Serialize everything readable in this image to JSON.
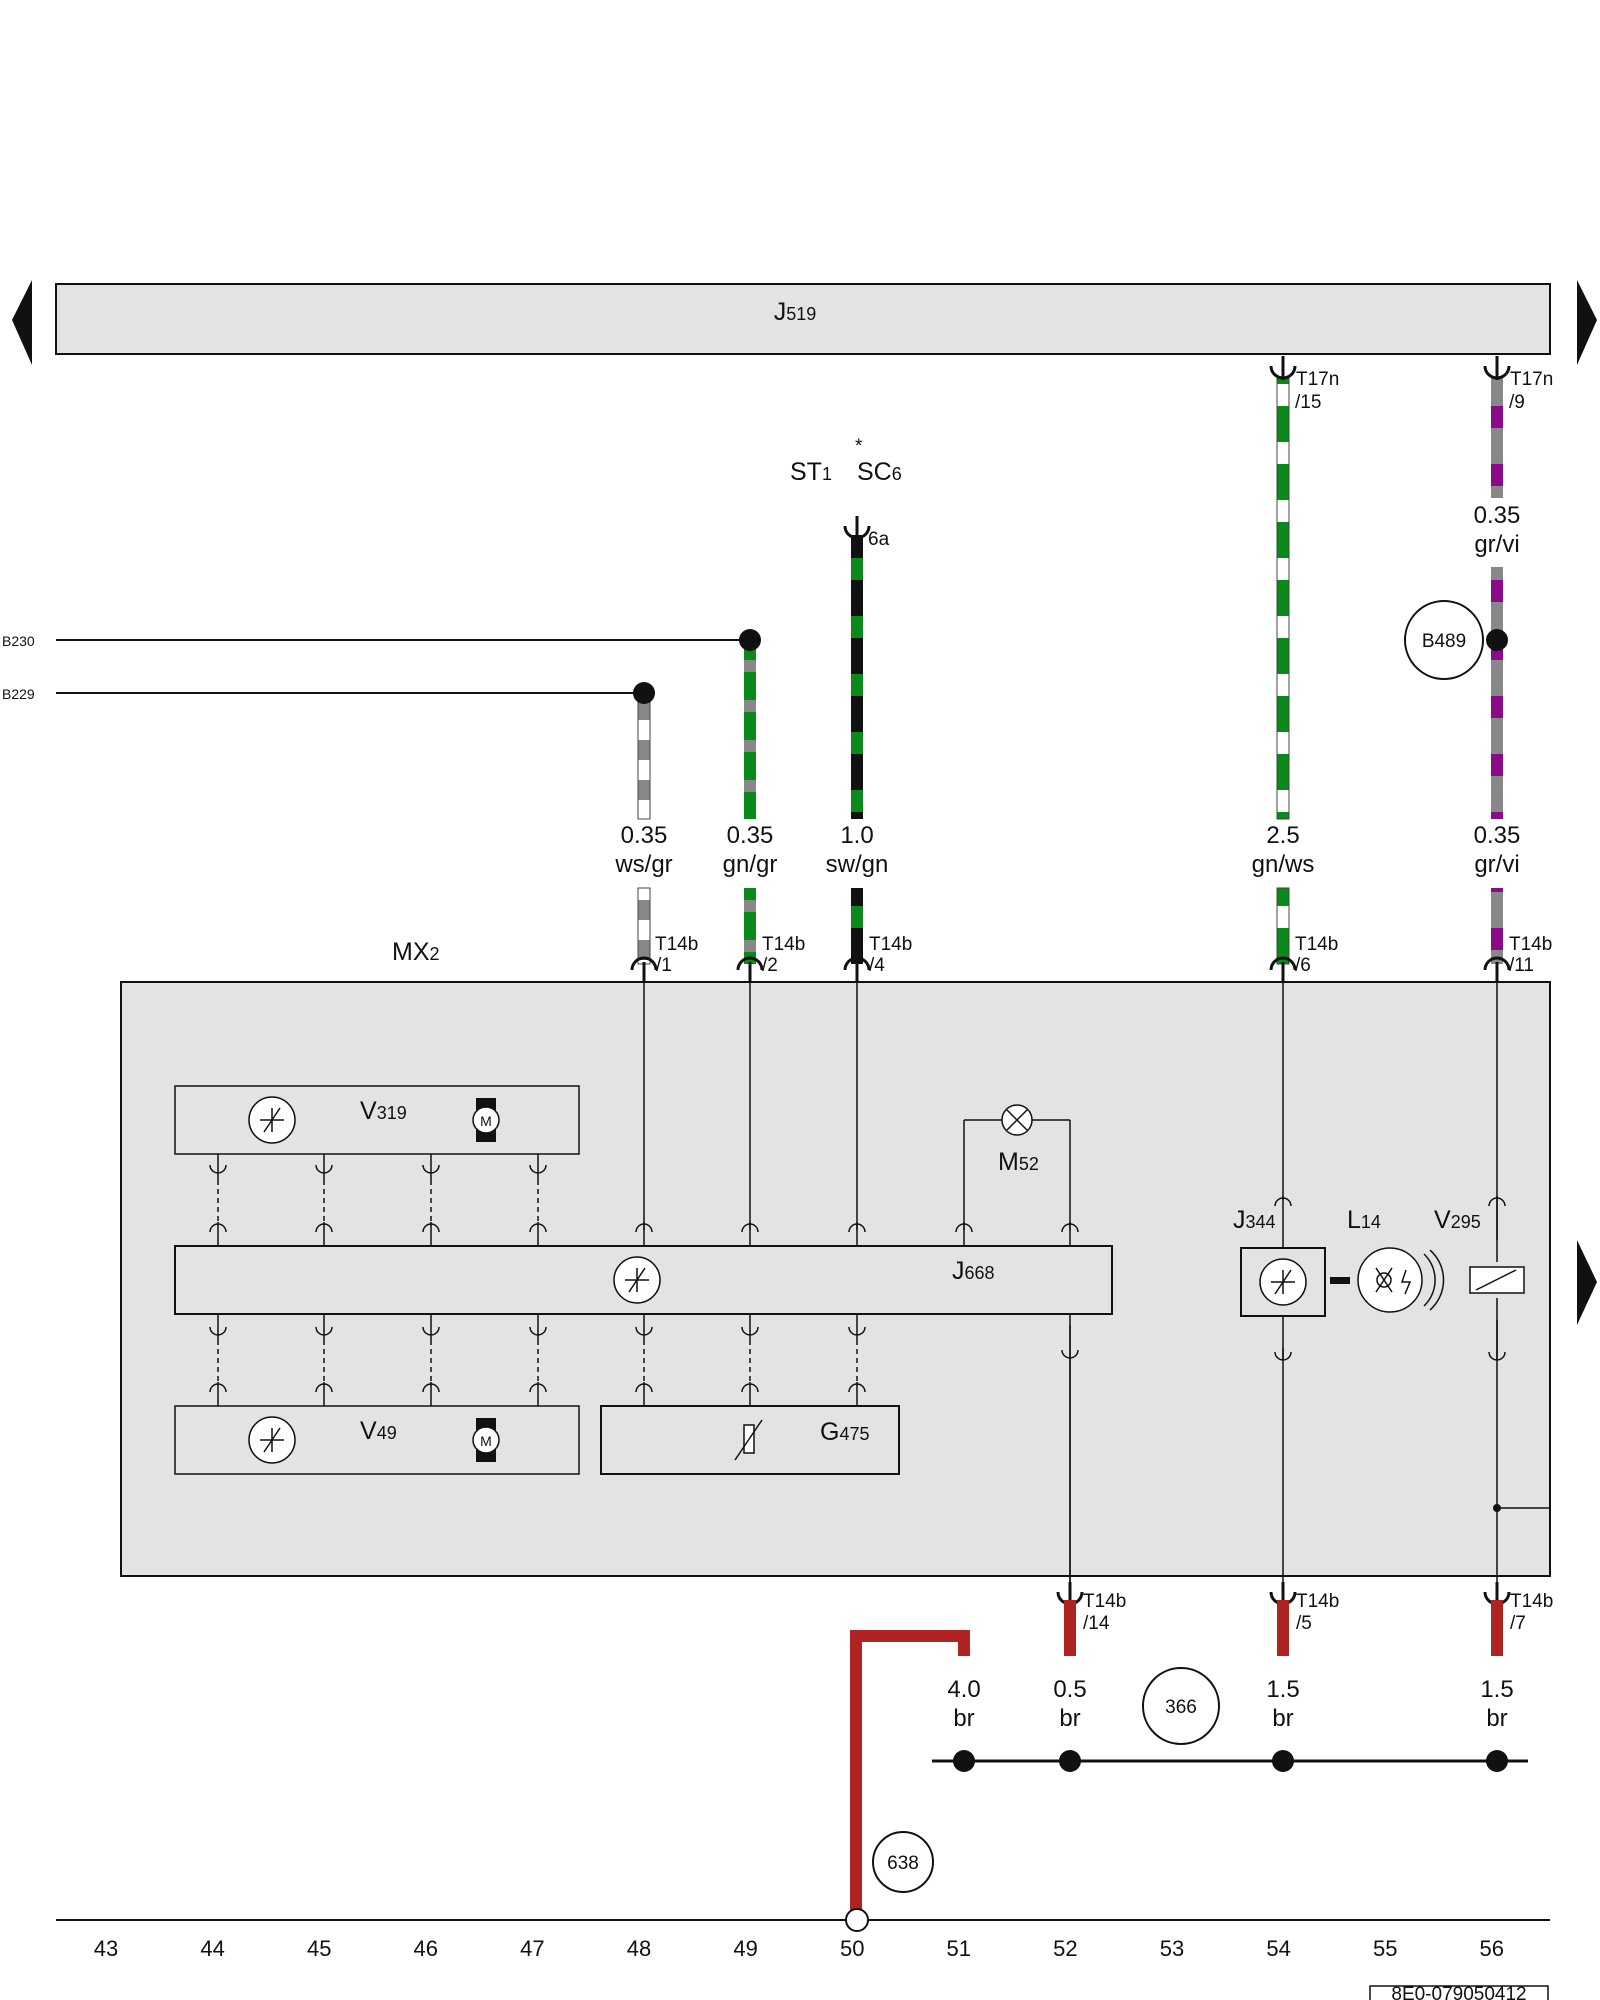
{
  "doc_id": "8E0-079050412",
  "top_module": {
    "letter": "J",
    "num": "519"
  },
  "module_box": {
    "letter": "MX",
    "num": "2"
  },
  "st_label": {
    "a": "ST",
    "a_num": "1",
    "star": "*",
    "b": "SC",
    "b_num": "6"
  },
  "connector_6a": "6a",
  "b230": "B230",
  "b229": "B229",
  "b489": "B489",
  "ground_366": "366",
  "ground_638": "638",
  "components": {
    "v319": {
      "letter": "V",
      "num": "319"
    },
    "v49": {
      "letter": "V",
      "num": "49"
    },
    "j668": {
      "letter": "J",
      "num": "668"
    },
    "g475": {
      "letter": "G",
      "num": "475"
    },
    "m52": {
      "letter": "M",
      "num": "52"
    },
    "j344": {
      "letter": "J",
      "num": "344"
    },
    "l14": {
      "letter": "L",
      "num": "14"
    },
    "v295": {
      "letter": "V",
      "num": "295"
    },
    "motor_symbol": "M"
  },
  "pins": {
    "t17n15": [
      "T17n",
      "/15"
    ],
    "t17n9": [
      "T17n",
      "/9"
    ],
    "t14b1": [
      "T14b",
      "/1"
    ],
    "t14b2": [
      "T14b",
      "/2"
    ],
    "t14b4": [
      "T14b",
      "/4"
    ],
    "t14b6": [
      "T14b",
      "/6"
    ],
    "t14b11": [
      "T14b",
      "/11"
    ],
    "t14b14": [
      "T14b",
      "/14"
    ],
    "t14b5": [
      "T14b",
      "/5"
    ],
    "t14b7": [
      "T14b",
      "/7"
    ]
  },
  "wires": {
    "w48": {
      "size": "0.35",
      "color": "ws/gr"
    },
    "w49": {
      "size": "0.35",
      "color": "gn/gr"
    },
    "w50": {
      "size": "1.0",
      "color": "sw/gn"
    },
    "w54": {
      "size": "2.5",
      "color": "gn/ws"
    },
    "w56": {
      "size": "0.35",
      "color": "gr/vi"
    },
    "w56_top": {
      "size": "0.35",
      "color": "gr/vi"
    },
    "g51": {
      "size": "4.0",
      "color": "br"
    },
    "g52": {
      "size": "0.5",
      "color": "br"
    },
    "g54": {
      "size": "1.5",
      "color": "br"
    },
    "g56": {
      "size": "1.5",
      "color": "br"
    }
  },
  "columns": [
    "43",
    "44",
    "45",
    "46",
    "47",
    "48",
    "49",
    "50",
    "51",
    "52",
    "53",
    "54",
    "55",
    "56"
  ],
  "colors": {
    "green": "#0a8a1a",
    "grey": "#888888",
    "white": "#ffffff",
    "black": "#111111",
    "violet": "#8a0a8a",
    "brown": "#b02323",
    "module_fill": "#e3e3e3"
  }
}
